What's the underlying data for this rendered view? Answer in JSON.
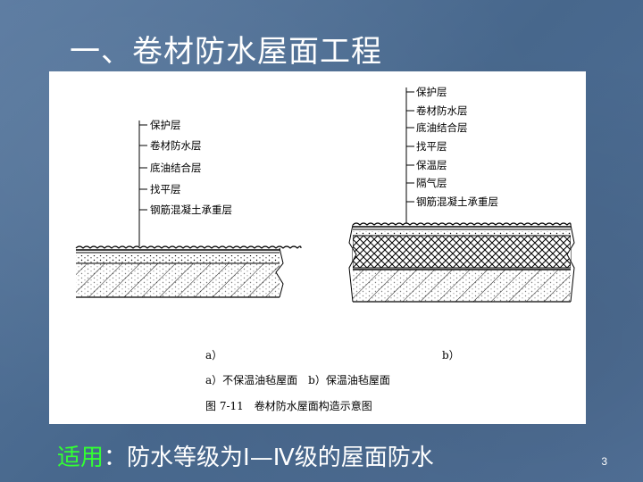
{
  "slide": {
    "title": "一、卷材防水屋面工程",
    "page_number": "3"
  },
  "figure": {
    "left_layers": [
      "保护层",
      "卷材防水层",
      "底油结合层",
      "找平层",
      "钢筋混凝土承重层"
    ],
    "right_layers": [
      "保护层",
      "卷材防水层",
      "底油结合层",
      "找平层",
      "保温层",
      "隔气层",
      "钢筋混凝土承重层"
    ],
    "label_a": "a）",
    "label_b": "b）",
    "sub_caption": "a）不保温油毡屋面　b）保温油毡屋面",
    "caption": "图 7-11　卷材防水屋面构造示意图"
  },
  "footer": {
    "highlight": "适用",
    "colon": "：",
    "text": "防水等级为Ⅰ—Ⅳ级的屋面防水"
  },
  "colors": {
    "background": "#4f6f93",
    "title": "#ffffff",
    "highlight": "#33ff33"
  }
}
